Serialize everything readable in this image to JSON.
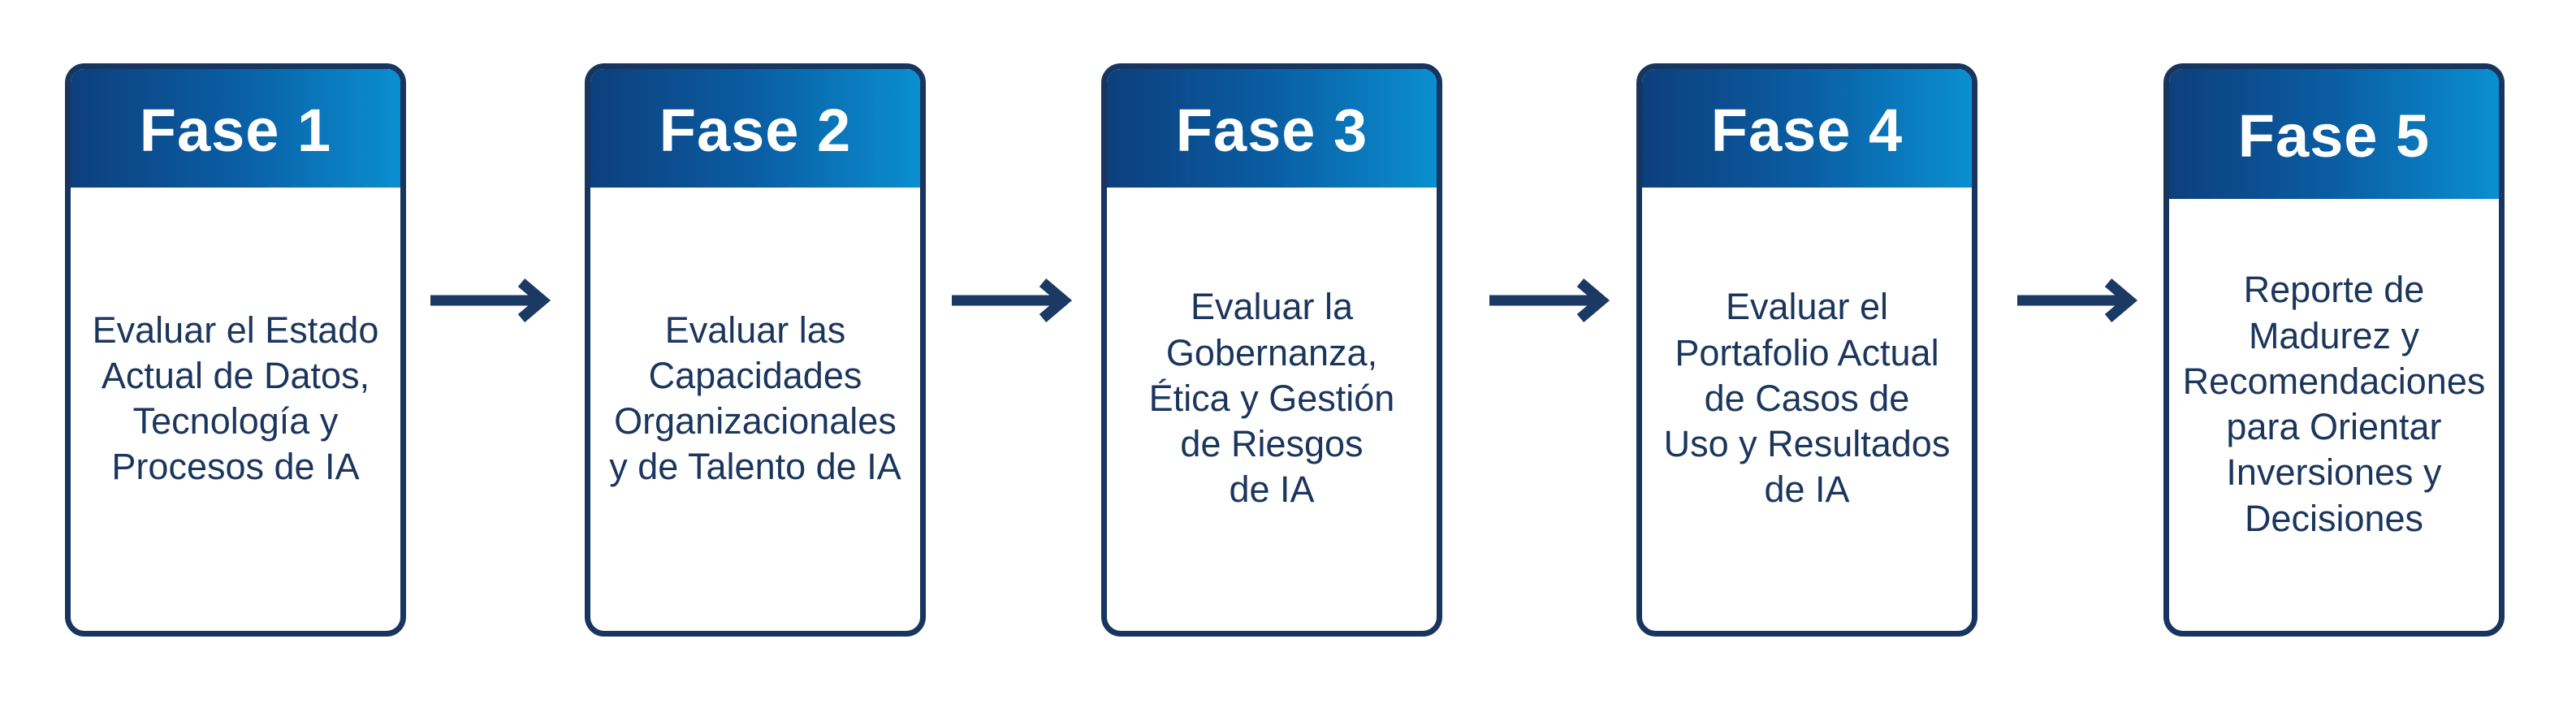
{
  "diagram": {
    "phases": [
      {
        "title": "Fase 1",
        "text": "Evaluar el Estado\nActual de Datos,\nTecnología y\nProcesos de IA"
      },
      {
        "title": "Fase 2",
        "text": "Evaluar las\nCapacidades\nOrganizacionales\ny de Talento de IA"
      },
      {
        "title": "Fase 3",
        "text": "Evaluar la\nGobernanza,\nÉtica y Gestión\nde Riesgos\nde IA"
      },
      {
        "title": "Fase 4",
        "text": "Evaluar el\nPortafolio Actual\nde Casos de\nUso y Resultados\nde IA"
      },
      {
        "title": "Fase 5",
        "text": "Reporte de\nMadurez y\nRecomendaciones\npara Orientar\nInversiones y\nDecisiones"
      }
    ],
    "arrow_icon": "right-arrow-icon",
    "colors": {
      "border": "#17355e",
      "header_dark": "#0d3f7d",
      "header_light": "#0a8fd0",
      "text": "#1b365d",
      "arrow": "#1b3a63"
    }
  }
}
